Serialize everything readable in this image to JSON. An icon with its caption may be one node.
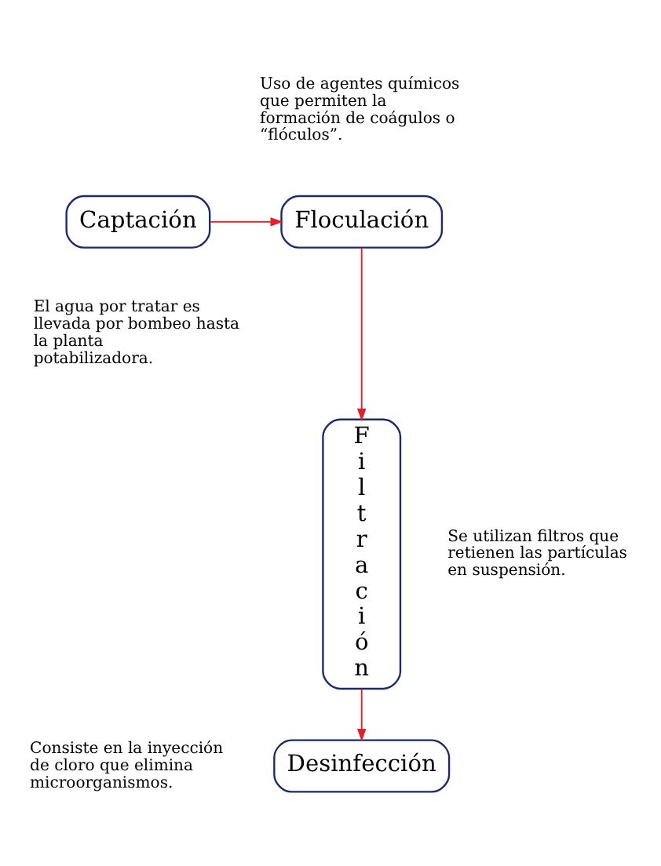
{
  "diagram": {
    "nodes": [
      {
        "text": [
          "Captación"
        ],
        "beside": [
          "El agua por tratar es llevada por bombeo hasta la planta potabilizadora."
        ]
      },
      {
        "text": [
          "Floculación"
        ],
        "beside": [
          "Uso de agentes químicos que permiten la formación de coágulos o “flóculos”."
        ]
      },
      {
        "text": [
          "Filtración"
        ],
        "beside": [
          "Se utilizan filtros que retienen las partículas en suspensión."
        ]
      },
      {
        "text": [
          "Desinfección"
        ],
        "beside": [
          "Consiste en la inyección de cloro que elimina microorganismos."
        ]
      }
    ],
    "edges": [
      {
        "from": 0,
        "to": 1,
        "arrow": "to"
      },
      {
        "from": 1,
        "to": 2,
        "arrow": "to"
      },
      {
        "from": 2,
        "to": 3,
        "arrow": "to"
      }
    ]
  }
}
